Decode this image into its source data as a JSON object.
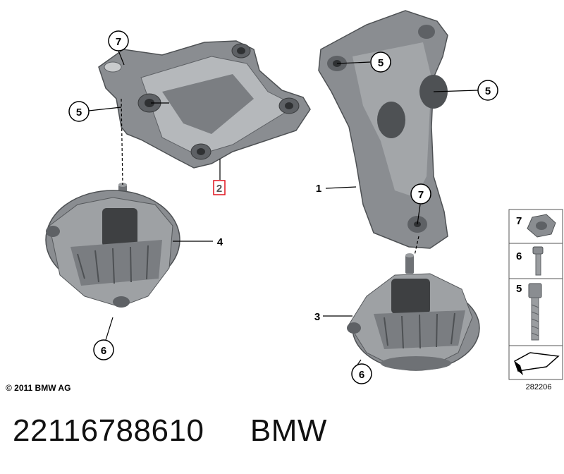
{
  "diagram": {
    "copyright": "© 2011 BMW AG",
    "drawing_number": "282206",
    "callouts": {
      "c7_top_left": "7",
      "c5_left": "5",
      "c2_highlight": "2",
      "c4": "4",
      "c6_left": "6",
      "c1": "1",
      "c5_top_right": "5",
      "c5_right": "5",
      "c7_right": "7",
      "c3": "3",
      "c6_right": "6"
    },
    "legend": {
      "row1": "7",
      "row2": "6",
      "row3": "5"
    },
    "colors": {
      "highlight": "#e0141e",
      "part_fill": "#8a8d91",
      "part_dark": "#5e6165",
      "part_light": "#b5b8bb"
    }
  },
  "footer": {
    "part_number": "22116788610",
    "brand": "BMW"
  }
}
